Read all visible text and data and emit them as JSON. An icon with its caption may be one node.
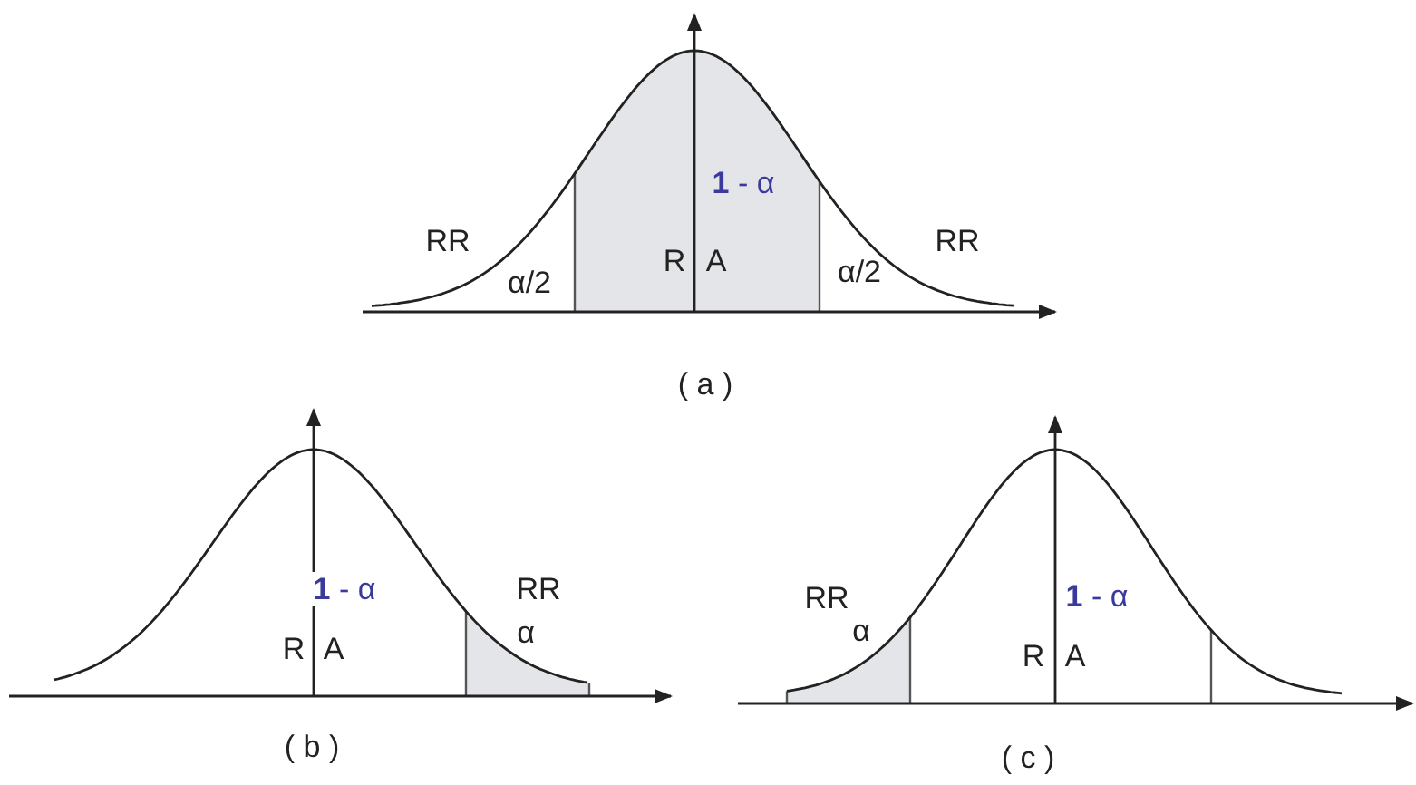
{
  "diagram": {
    "labels": [
      "**1** - α",
      "RR",
      "α/2",
      "R",
      "A",
      "α/2",
      "RR",
      "( a )",
      "**1** - α",
      "RR",
      "α",
      "R",
      "A",
      "( b )",
      "RR",
      "**1** - α",
      "α",
      "R",
      "A",
      "( c )"
    ]
  }
}
